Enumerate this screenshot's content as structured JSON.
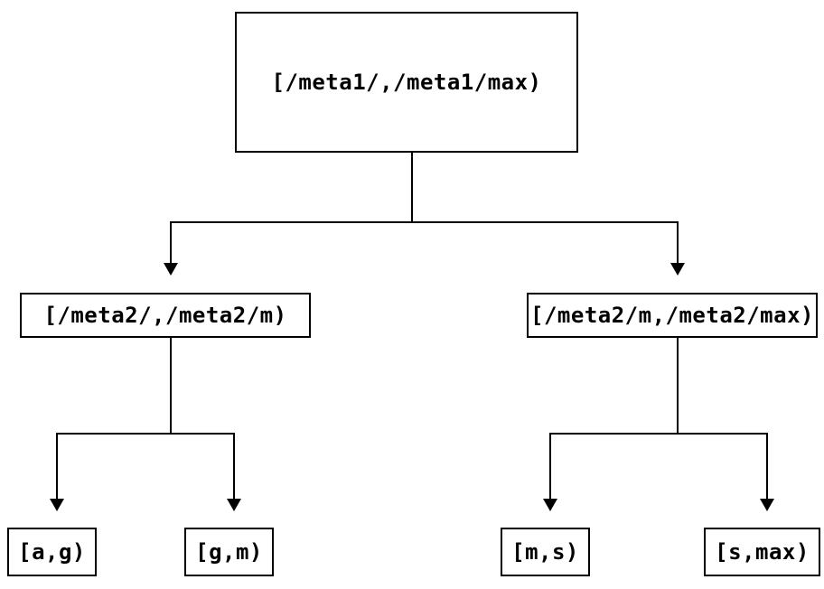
{
  "colors": {
    "background": "#ffffff",
    "line": "#000000",
    "box_border": "#000000",
    "box_fill": "#ffffff",
    "text": "#000000"
  },
  "tree": {
    "root": {
      "label": "[/meta1/,/meta1/max)",
      "children": [
        {
          "label": "[/meta2/,/meta2/m)",
          "children": [
            {
              "label": "[a,g)"
            },
            {
              "label": "[g,m)"
            }
          ]
        },
        {
          "label": "[/meta2/m,/meta2/max)",
          "children": [
            {
              "label": "[m,s)"
            },
            {
              "label": "[s,max)"
            }
          ]
        }
      ]
    }
  }
}
